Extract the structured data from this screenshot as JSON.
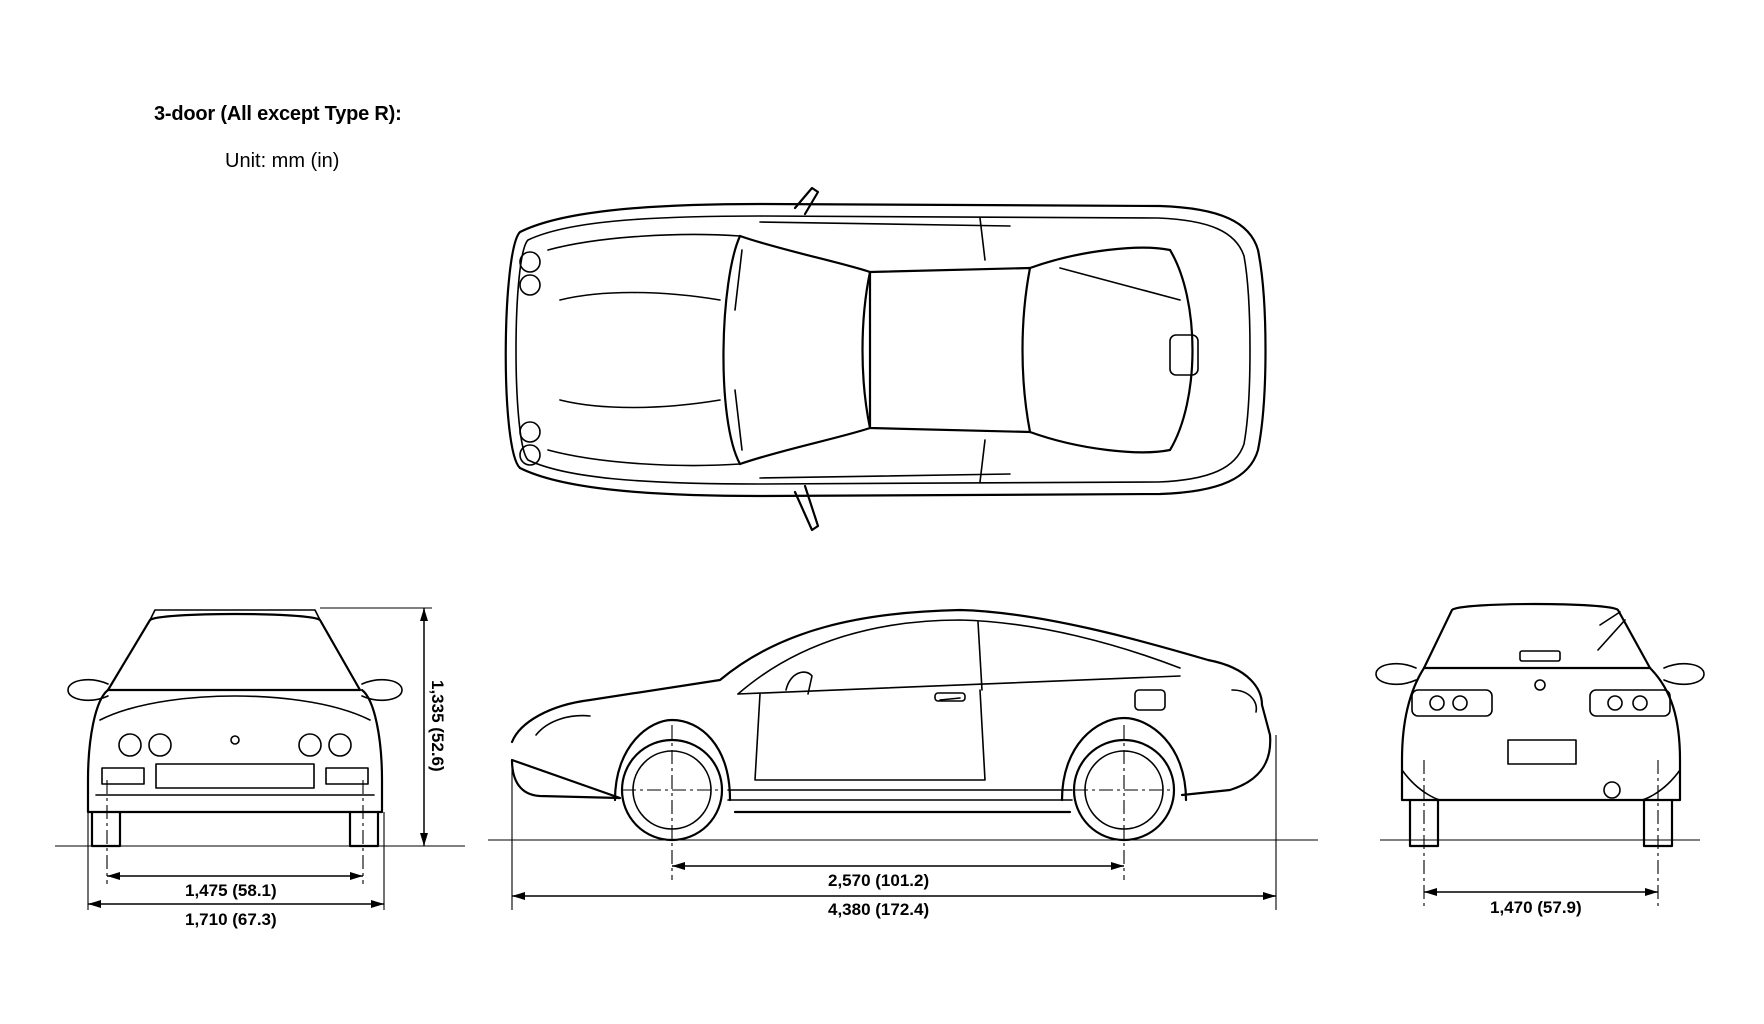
{
  "header": {
    "title": "3-door (All except Type R):",
    "unit": "Unit: mm (in)"
  },
  "dimensions": {
    "front_track": "1,475 (58.1)",
    "overall_width": "1,710 (67.3)",
    "overall_height": "1,335 (52.6)",
    "wheelbase": "2,570 (101.2)",
    "overall_length": "4,380 (172.4)",
    "rear_track": "1,470 (57.9)"
  }
}
